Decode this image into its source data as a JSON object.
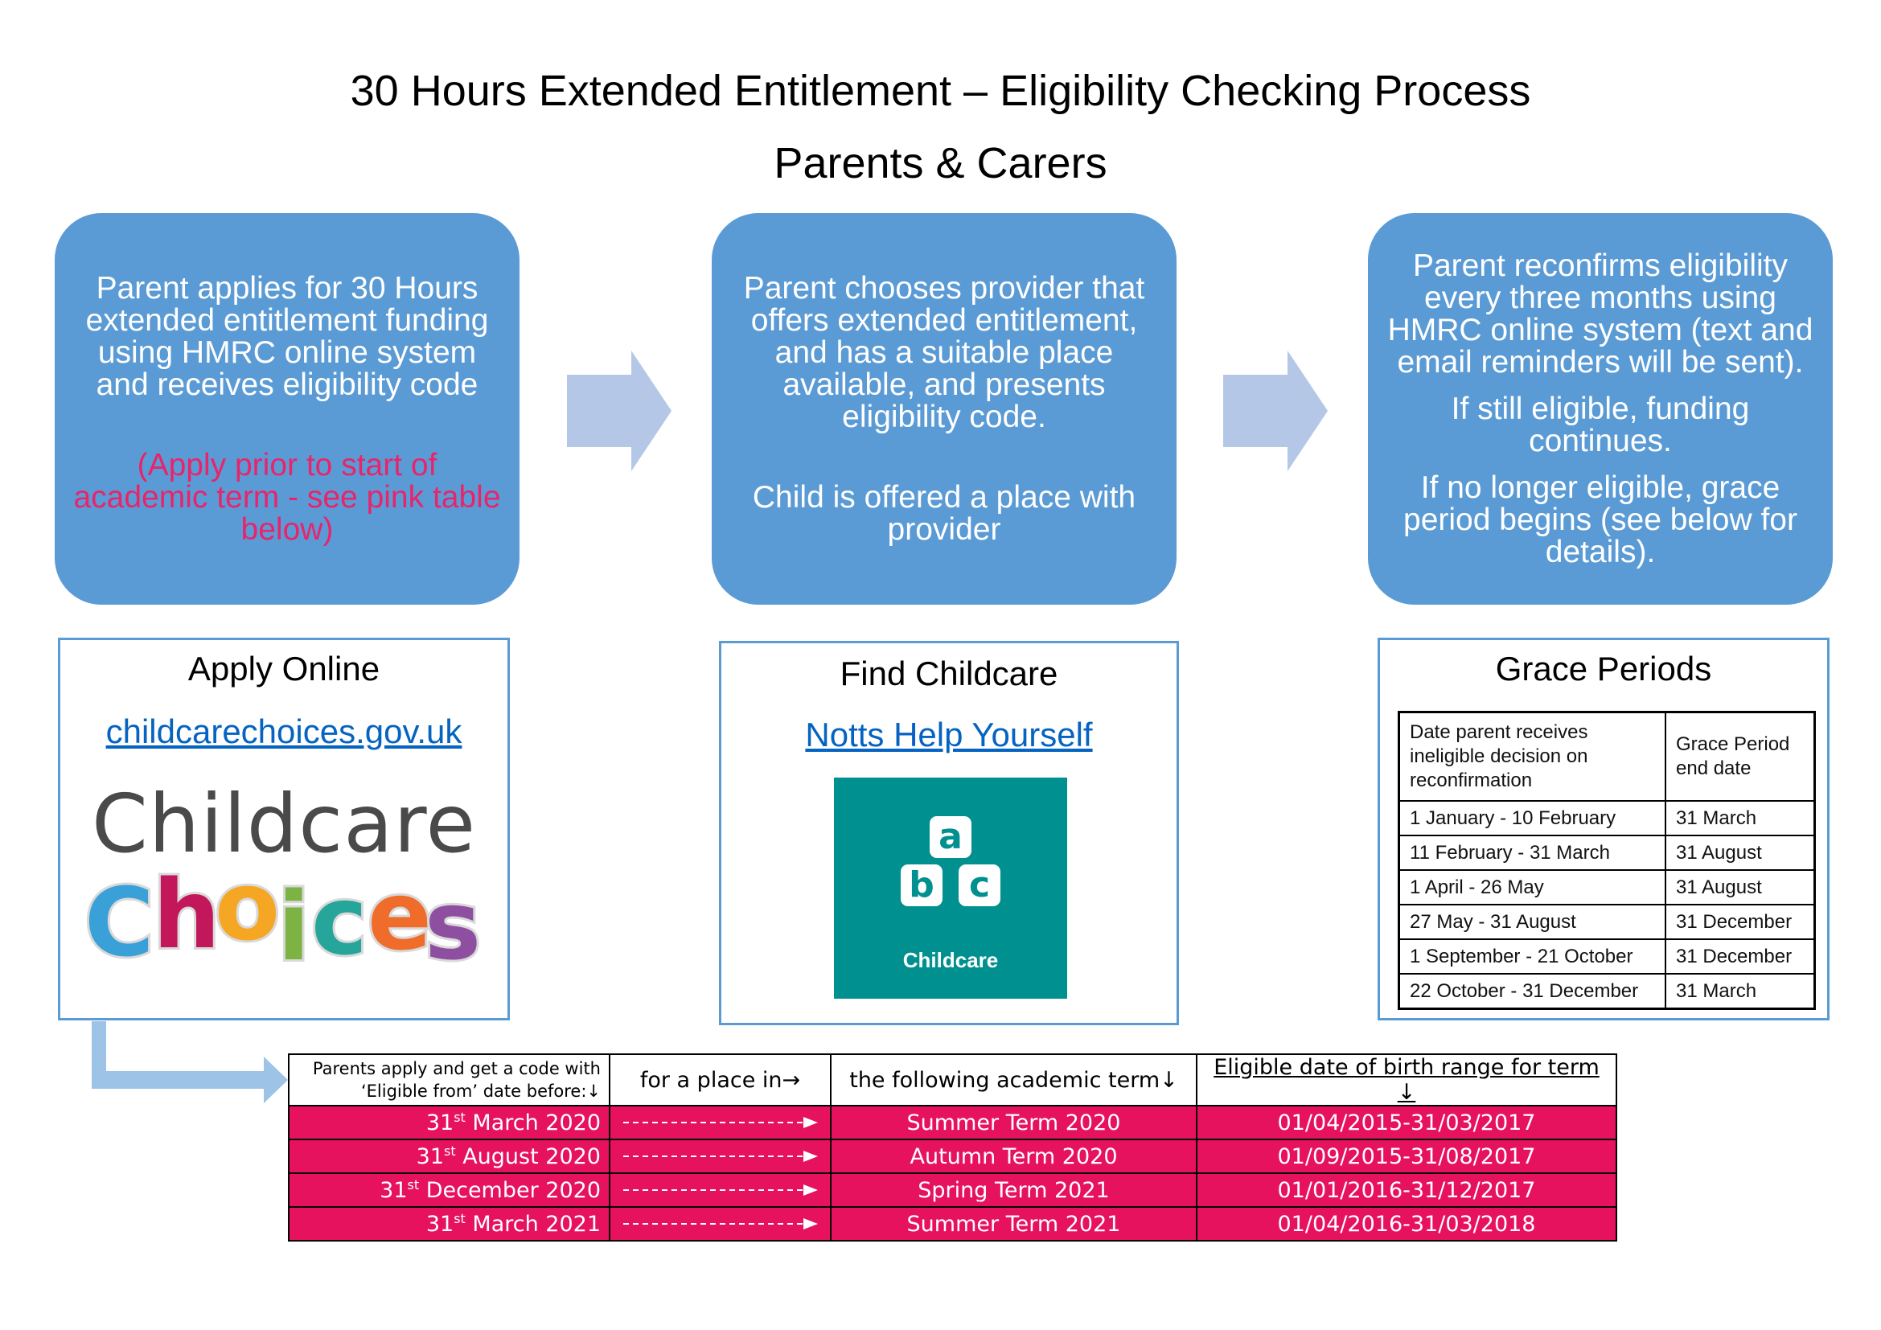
{
  "header": {
    "title": "30 Hours Extended Entitlement – Eligibility Checking Process",
    "subtitle": "Parents & Carers"
  },
  "colors": {
    "step_box": "#5b9bd5",
    "arrow": "#b4c7e7",
    "pink_note": "#e8246b",
    "term_row": "#e6125e",
    "link": "#0563c1",
    "abc_teal": "#009090"
  },
  "steps": [
    {
      "lines": [
        "Parent applies for 30 Hours extended entitlement funding using HMRC online system and receives eligibility code"
      ],
      "note": "(Apply prior to start of academic term - see pink table below)"
    },
    {
      "lines": [
        "Parent chooses provider that offers extended entitlement, and has a suitable place available, and presents eligibility code.",
        "Child is offered a place with provider"
      ]
    },
    {
      "lines": [
        "Parent reconfirms eligibility every three months using HMRC online system (text and email reminders will be sent).",
        "If still eligible, funding continues.",
        "If no longer eligible, grace period begins (see below for details)."
      ]
    }
  ],
  "apply_card": {
    "title": "Apply Online",
    "link": "childcarechoices.gov.uk",
    "logo_word": "Childcare",
    "logo_letters": [
      "C",
      "h",
      "o",
      "i",
      "c",
      "e",
      "s"
    ],
    "logo_colors": [
      "#3aa0d8",
      "#c2185b",
      "#f5a623",
      "#7cb342",
      "#26a69a",
      "#ef6c2b",
      "#8e4fa0"
    ]
  },
  "find_card": {
    "title": "Find Childcare",
    "link": "Notts Help Yourself",
    "logo_letters": [
      "a",
      "b",
      "c"
    ],
    "logo_caption": "Childcare"
  },
  "grace_card": {
    "title": "Grace Periods",
    "header": [
      "Date parent receives ineligible decision on reconfirmation",
      "Grace Period end date"
    ],
    "rows": [
      [
        "1 January - 10 February",
        "31 March"
      ],
      [
        "11 February - 31 March",
        "31 August"
      ],
      [
        "1 April - 26 May",
        "31 August"
      ],
      [
        "27 May - 31 August",
        "31 December"
      ],
      [
        "1 September - 21 October",
        "31 December"
      ],
      [
        "22 October - 31 December",
        "31 March"
      ]
    ]
  },
  "term_table": {
    "header": [
      "Parents apply and get a code with ‘Eligible from’ date before:↓",
      "for a place in→",
      "the following academic term↓",
      "Eligible date of birth range for term ↓"
    ],
    "rows": [
      {
        "day": "31",
        "suffix": "st",
        "rest": " March 2020",
        "term": "Summer Term 2020",
        "range": "01/04/2015-31/03/2017"
      },
      {
        "day": "31",
        "suffix": "st",
        "rest": " August 2020",
        "term": "Autumn Term 2020",
        "range": "01/09/2015-31/08/2017"
      },
      {
        "day": "31",
        "suffix": "st",
        "rest": " December 2020",
        "term": "Spring Term 2021",
        "range": "01/01/2016-31/12/2017"
      },
      {
        "day": "31",
        "suffix": "st",
        "rest": " March 2021",
        "term": "Summer Term 2021",
        "range": "01/04/2016-31/03/2018"
      }
    ]
  }
}
